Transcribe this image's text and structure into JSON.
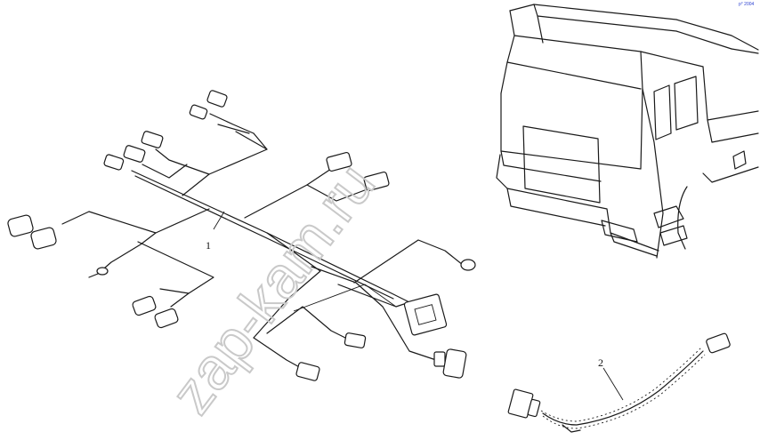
{
  "diagram": {
    "callouts": [
      {
        "id": "1",
        "label": "1"
      },
      {
        "id": "2",
        "label": "2"
      }
    ],
    "watermark": "zap-kam.ru",
    "corner_mark": "p° 2004",
    "colors": {
      "line": "#1a1a1a",
      "watermark": "#c9c9c9",
      "corner_mark": "#2a3fd0"
    }
  }
}
